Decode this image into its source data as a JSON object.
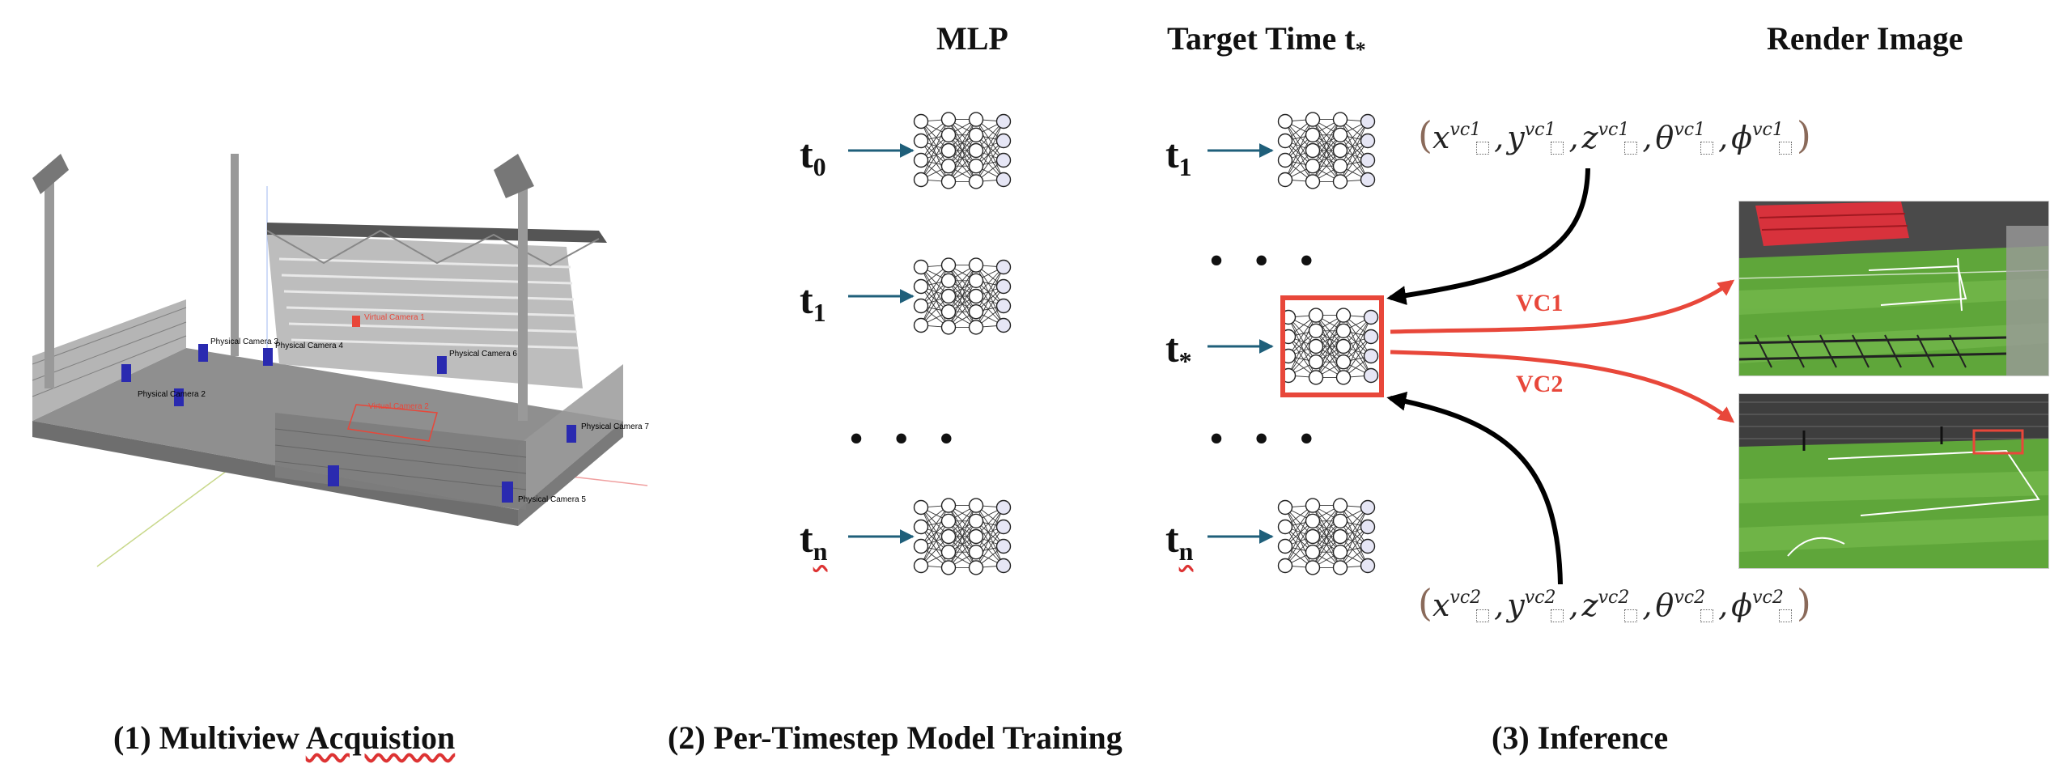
{
  "headers": {
    "mlp": "MLP",
    "target_time": "Target Time t",
    "target_time_sub": "*",
    "render_image": "Render Image"
  },
  "captions": {
    "step1_prefix": "(1) Multiview ",
    "step1_word": "Acquistion",
    "step2": "(2) Per-Timestep Model Training",
    "step3": "(3) Inference"
  },
  "training_rows": [
    {
      "label": "t",
      "sub": "0"
    },
    {
      "label": "t",
      "sub": "1"
    },
    {
      "label": "t",
      "sub": "n"
    }
  ],
  "target_rows": [
    {
      "label": "t",
      "sub": "1"
    },
    {
      "label": "t",
      "sub": "*"
    },
    {
      "label": "t",
      "sub": "n"
    }
  ],
  "dots": "• • •",
  "inference": {
    "vc1_label": "VC1",
    "vc2_label": "VC2",
    "formula_vc1": {
      "vars": [
        "x",
        "y",
        "z",
        "θ",
        "ϕ"
      ],
      "sup": "vc1"
    },
    "formula_vc2": {
      "vars": [
        "x",
        "y",
        "z",
        "θ",
        "ϕ"
      ],
      "sup": "vc2"
    }
  },
  "stadium_cameras": [
    "Physical Camera 2",
    "Physical Camera 3",
    "Physical Camera 4",
    "Physical Camera 5",
    "Physical Camera 6",
    "Physical Camera 7",
    "Virtual Camera 1",
    "Virtual Camera 2"
  ],
  "colors": {
    "arrow_blue": "#1f5f7a",
    "accent_red": "#e8473a",
    "camera_blue": "#2a2ab0",
    "node_fill": "#e6e6f5"
  }
}
